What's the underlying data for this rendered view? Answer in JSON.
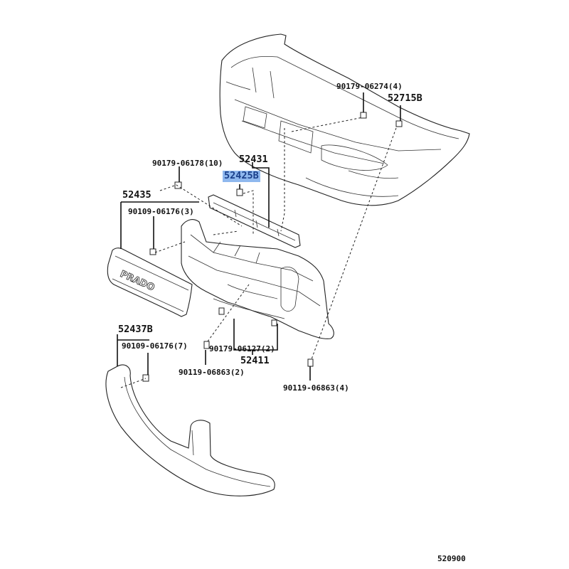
{
  "diagram": {
    "type": "exploded-parts-diagram",
    "subject": "Front bumper assembly",
    "diagram_code": "520900",
    "emblem_text": "PRADO",
    "highlight_color": "#8fb8ee",
    "parts": [
      {
        "id": "p1",
        "number": "90179-06274",
        "qty": "(4)",
        "label": "90179-06274(4)"
      },
      {
        "id": "p2",
        "number": "52715B",
        "qty": "",
        "label": "52715B"
      },
      {
        "id": "p3",
        "number": "90179-06178",
        "qty": "(10)",
        "label": "90179-06178(10)"
      },
      {
        "id": "p4",
        "number": "52431",
        "qty": "",
        "label": "52431"
      },
      {
        "id": "p5",
        "number": "52425B",
        "qty": "",
        "label": "52425B",
        "highlighted": true
      },
      {
        "id": "p6",
        "number": "52435",
        "qty": "",
        "label": "52435"
      },
      {
        "id": "p7",
        "number": "90109-06176",
        "qty": "(3)",
        "label": "90109-06176(3)"
      },
      {
        "id": "p8",
        "number": "52437B",
        "qty": "",
        "label": "52437B"
      },
      {
        "id": "p9",
        "number": "90109-06176",
        "qty": "(7)",
        "label": "90109-06176(7)"
      },
      {
        "id": "p10",
        "number": "90179-06127",
        "qty": "(2)",
        "label": "90179-06127(2)"
      },
      {
        "id": "p11",
        "number": "52411",
        "qty": "",
        "label": "52411"
      },
      {
        "id": "p12",
        "number": "90119-06863",
        "qty": "(2)",
        "label": "90119-06863(2)"
      },
      {
        "id": "p13",
        "number": "90119-06863",
        "qty": "(4)",
        "label": "90119-06863(4)"
      }
    ]
  }
}
